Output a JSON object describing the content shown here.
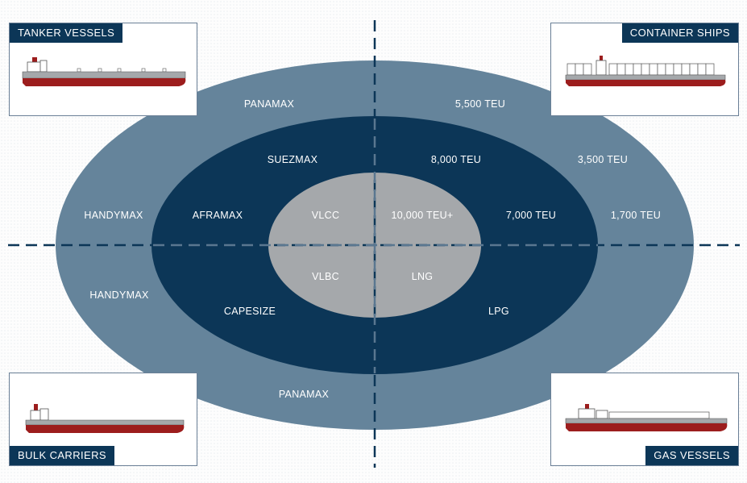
{
  "diagram": {
    "quadrants": {
      "top_left": "TANKER VESSELS",
      "top_right": "CONTAINER SHIPS",
      "bottom_left": "BULK CARRIERS",
      "bottom_right": "GAS VESSELS"
    },
    "rings": {
      "outer": [
        "PANAMAX",
        "5,500 TEU",
        "3,500 TEU",
        "1,700 TEU",
        "HANDYMAX",
        "HANDYMAX",
        "PANAMAX"
      ],
      "middle": [
        "SUEZMAX",
        "8,000 TEU",
        "AFRAMAX",
        "7,000 TEU",
        "CAPESIZE",
        "LPG"
      ],
      "inner": [
        "VLCC",
        "10,000 TEU+",
        "VLBC",
        "LNG"
      ]
    },
    "colors": {
      "outer_ring": "#65849b",
      "middle_ring": "#0c3657",
      "inner_ring": "#a5a8ab",
      "axis_line": "#0c3657",
      "hull": "#9c1d1d"
    }
  }
}
